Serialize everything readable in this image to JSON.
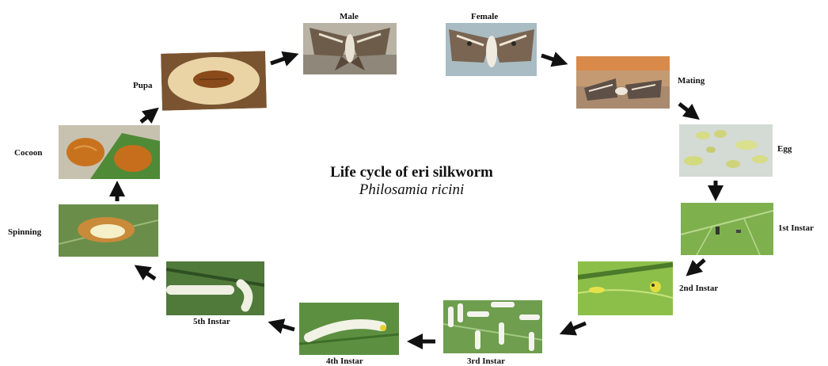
{
  "title": {
    "line1": "Life cycle of eri silkworm",
    "line2": "Philosamia ricini"
  },
  "stages": [
    {
      "id": "male",
      "label": "Male",
      "icon": "male-moth-photo"
    },
    {
      "id": "female",
      "label": "Female",
      "icon": "female-moth-photo"
    },
    {
      "id": "mating",
      "label": "Mating",
      "icon": "mating-moths-photo"
    },
    {
      "id": "egg",
      "label": "Egg",
      "icon": "eggs-photo"
    },
    {
      "id": "instar1",
      "label": "1st Instar",
      "icon": "first-instar-larva-photo"
    },
    {
      "id": "instar2",
      "label": "2nd Instar",
      "icon": "second-instar-larva-photo"
    },
    {
      "id": "instar3",
      "label": "3rd Instar",
      "icon": "third-instar-larvae-photo"
    },
    {
      "id": "instar4",
      "label": "4th Instar",
      "icon": "fourth-instar-larva-photo"
    },
    {
      "id": "instar5",
      "label": "5th Instar",
      "icon": "fifth-instar-larvae-photo"
    },
    {
      "id": "spinning",
      "label": "Spinning",
      "icon": "spinning-larva-photo"
    },
    {
      "id": "cocoon",
      "label": "Cocoon",
      "icon": "cocoon-photo"
    },
    {
      "id": "pupa",
      "label": "Pupa",
      "icon": "pupa-photo"
    }
  ],
  "colors": {
    "leaf_green": "#5e8f3a",
    "light_leaf": "#a7c76a",
    "moth_brown": "#6b5a48",
    "cocoon_orange": "#c9721e",
    "pupa_brown": "#8a4a1a",
    "larva_white": "#f2f2e8",
    "arrow": "#111111"
  }
}
